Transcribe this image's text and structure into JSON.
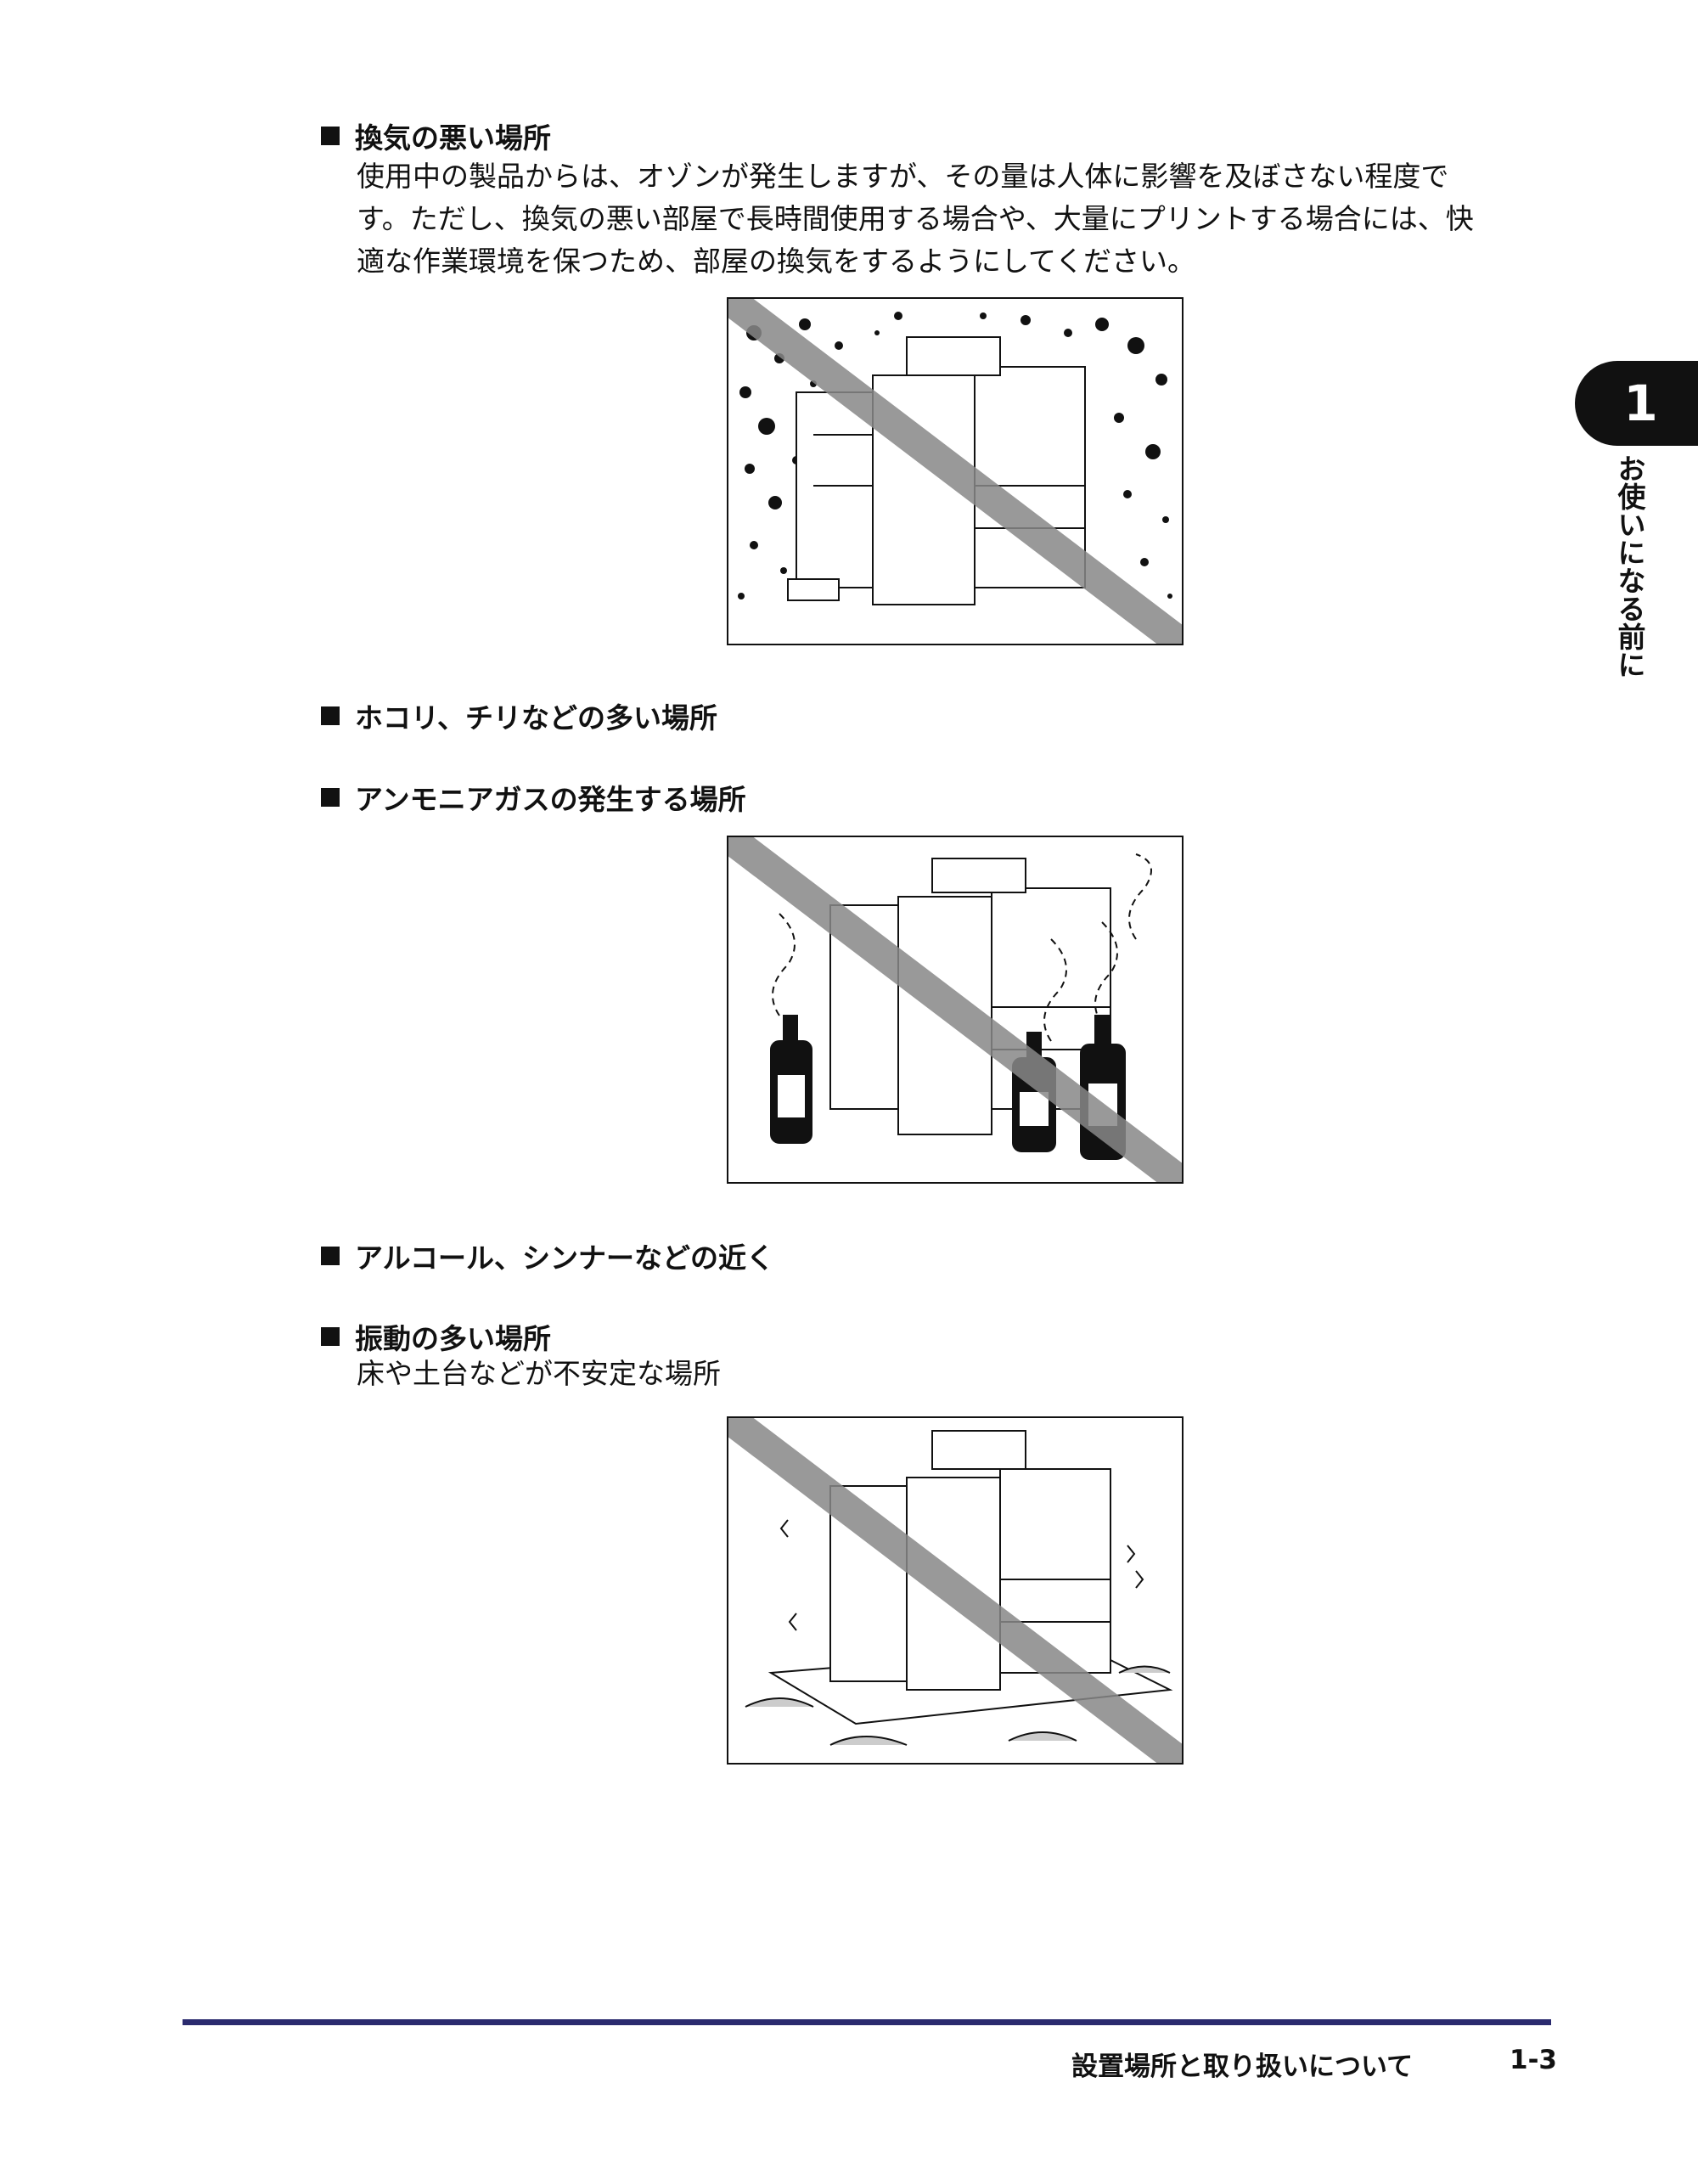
{
  "sections": [
    {
      "heading": "換気の悪い場所",
      "body": [
        "使用中の製品からは、オゾンが発生しますが、その量は人体に影響を及ぼさない程度で",
        "す。ただし、換気の悪い部屋で長時間使用する場合や、大量にプリントする場合には、快",
        "適な作業環境を保つため、部屋の換気をするようにしてください。"
      ]
    },
    {
      "heading": "ホコリ、チリなどの多い場所"
    },
    {
      "heading": "アンモニアガスの発生する場所"
    },
    {
      "heading": "アルコール、シンナーなどの近く"
    },
    {
      "heading": "振動の多い場所",
      "body": [
        "床や土台などが不安定な場所"
      ]
    }
  ],
  "chapter": {
    "number": "1",
    "title": "お使いになる前に"
  },
  "footer": {
    "title": "設置場所と取り扱いについて",
    "page": "1-3"
  },
  "colors": {
    "footer_rule": "#2a2a6e",
    "prohibition_stripe": "#888888"
  },
  "figures": [
    "printer-dusty-room-illustration",
    "printer-ammonia-illustration",
    "printer-vibration-illustration"
  ]
}
